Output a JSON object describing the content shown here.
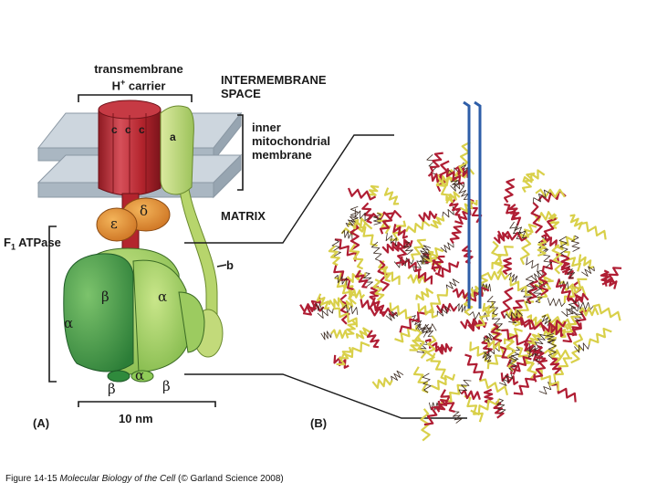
{
  "labels": {
    "transmembrane_line1": "transmembrane",
    "transmembrane_line2_prefix": "H",
    "transmembrane_line2_sup": "+",
    "transmembrane_line2_suffix": " carrier",
    "intermembrane_line1": "INTERMEMBRANE",
    "intermembrane_line2": "SPACE",
    "inner_line1": "inner",
    "inner_line2": "mitochondrial",
    "inner_line3": "membrane",
    "matrix": "MATRIX",
    "f1_prefix": "F",
    "f1_sub": "1",
    "f1_suffix": " ATPase",
    "b_stalk": "b",
    "a_subunit": "a",
    "c_subunits": [
      "c",
      "c",
      "c"
    ],
    "epsilon": "ε",
    "delta": "δ",
    "alpha_upper_right": "α",
    "beta_upper_left": "β",
    "alpha_left": "α",
    "alpha_bottom": "α",
    "beta_bottom_left": "β",
    "beta_bottom_right": "β",
    "scale": "10 nm",
    "panel_a": "(A)",
    "panel_b": "(B)"
  },
  "caption": {
    "prefix": "Figure 14-15  ",
    "title": "Molecular Biology of the Cell",
    "suffix": " (© Garland Science 2008)"
  },
  "colors": {
    "membrane_top": "#c9d3db",
    "membrane_front": "#a9b6c1",
    "c_ring_red": "#b3242d",
    "c_ring_light": "#d6505a",
    "a_subunit_green": "#c2da7a",
    "stalk_green": "#b7d56c",
    "epsilon_delta_orange": "#e08a2c",
    "f1_dark_green": "#3e9a45",
    "f1_light_green": "#8fca58",
    "ribbon_red": "#b01e34",
    "ribbon_yellow": "#d9d04a",
    "ribbon_blue": "#2e5ea8"
  }
}
